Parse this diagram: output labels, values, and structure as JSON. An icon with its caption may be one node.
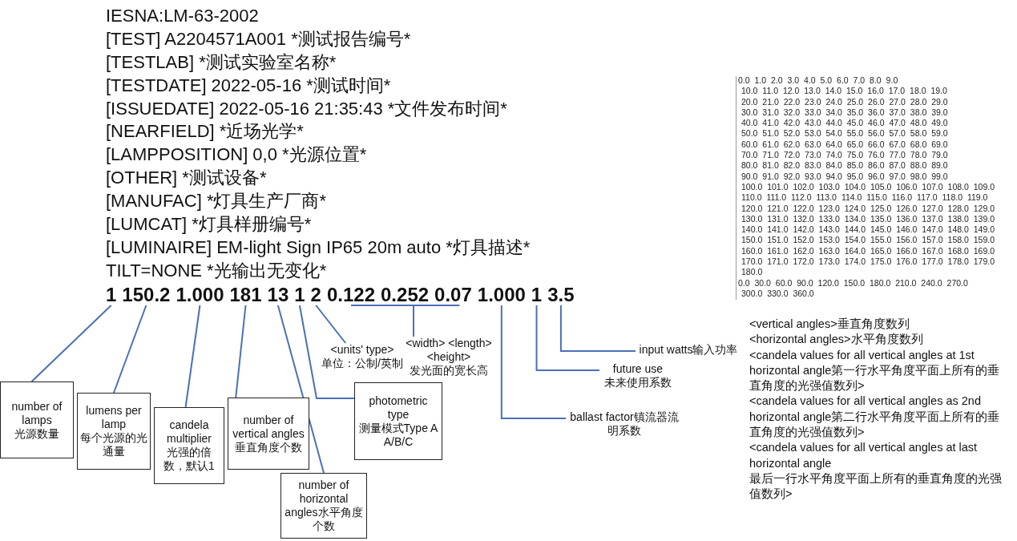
{
  "diagram": {
    "nodes": [
      {
        "text": [
          "1"
        ]
      },
      {
        "text": [
          "150.2"
        ]
      },
      {
        "text": [
          "1.000"
        ]
      },
      {
        "text": [
          "181"
        ]
      },
      {
        "text": [
          "13"
        ]
      },
      {
        "text": [
          "1"
        ]
      },
      {
        "text": [
          "2"
        ]
      },
      {
        "text": [
          "0.122"
        ]
      },
      {
        "text": [
          "0.252"
        ]
      },
      {
        "text": [
          "0.07"
        ]
      },
      {
        "text": [
          "1.000"
        ]
      },
      {
        "text": [
          "1"
        ]
      },
      {
        "text": [
          "3.5"
        ]
      },
      {
        "text": [
          "<units' type>",
          "单位：公制/英制"
        ]
      },
      {
        "text": [
          "<width> <length> <height>",
          "发光面的宽长高"
        ]
      },
      {
        "text": [
          "input watts输入功率"
        ]
      },
      {
        "text": [
          "future use",
          "未来使用系数"
        ]
      },
      {
        "text": [
          "ballast factor镇流器流明系数"
        ]
      },
      {
        "text": [
          "number of lamps",
          "光源数量"
        ]
      },
      {
        "text": [
          "lumens per lamp",
          "每个光源的光通量"
        ]
      },
      {
        "text": [
          "candela multiplier",
          "光强的倍数，默认1"
        ]
      },
      {
        "text": [
          "number of vertical angles",
          "垂直角度个数"
        ]
      },
      {
        "text": [
          "photometric type",
          "测量模式Type A",
          "A/B/C"
        ]
      },
      {
        "text": [
          "number of horizontal angles水平角度个数"
        ]
      }
    ],
    "edges": [
      {
        "from": 0,
        "to": 18,
        "arrow": "none"
      },
      {
        "from": 1,
        "to": 19,
        "arrow": "none"
      },
      {
        "from": 2,
        "to": 20,
        "arrow": "none"
      },
      {
        "from": 3,
        "to": 21,
        "arrow": "none"
      },
      {
        "from": 4,
        "to": 23,
        "arrow": "none"
      },
      {
        "from": 5,
        "to": 22,
        "arrow": "none"
      },
      {
        "from": 6,
        "to": 13,
        "arrow": "none"
      },
      {
        "from": 7,
        "to": 14,
        "arrow": "none"
      },
      {
        "from": 8,
        "to": 14,
        "arrow": "none"
      },
      {
        "from": 9,
        "to": 14,
        "arrow": "none"
      },
      {
        "from": 10,
        "to": 17,
        "arrow": "none"
      },
      {
        "from": 11,
        "to": 16,
        "arrow": "none"
      },
      {
        "from": 12,
        "to": 15,
        "arrow": "none"
      }
    ],
    "labels": [
      "IESNA:LM-63-2002",
      "[TEST] A2204571A001 *测试报告编号*",
      "[TESTLAB] *测试实验室名称*",
      "[TESTDATE] 2022-05-16 *测试时间*",
      "[ISSUEDATE] 2022-05-16 21:35:43 *文件发布时间*",
      "[NEARFIELD] *近场光学*",
      "[LAMPPOSITION] 0,0 *光源位置*",
      "[OTHER] *测试设备*",
      "[MANUFAC] *灯具生产厂商*",
      "[LUMCAT] *灯具样册编号*",
      "[LUMINAIRE] EM-light Sign IP65 20m auto *灯具描述*",
      "TILT=NONE *光输出无变化*",
      "0.0 1.0 2.0 3.0 4.0 5.0 6.0 7.0 8.0 9.0",
      "10.0 11.0 12.0 13.0 14.0 15.0 16.0 17.0 18.0 19.0",
      "20.0 21.0 22.0 23.0 24.0 25.0 26.0 27.0 28.0 29.0",
      "30.0 31.0 32.0 33.0 34.0 35.0 36.0 37.0 38.0 39.0",
      "40.0 41.0 42.0 43.0 44.0 45.0 46.0 47.0 48.0 49.0",
      "50.0 51.0 52.0 53.0 54.0 55.0 56.0 57.0 58.0 59.0",
      "60.0 61.0 62.0 63.0 64.0 65.0 66.0 67.0 68.0 69.0",
      "70.0 71.0 72.0 73.0 74.0 75.0 76.0 77.0 78.0 79.0",
      "80.0 81.0 82.0 83.0 84.0 85.0 86.0 87.0 88.0 89.0",
      "90.0 91.0 92.0 93.0 94.0 95.0 96.0 97.0 98.0 99.0",
      "100.0 101.0 102.0 103.0 104.0 105.0 106.0 107.0 108.0 109.0",
      "110.0 111.0 112.0 113.0 114.0 115.0 116.0 117.0 118.0 119.0",
      "120.0 121.0 122.0 123.0 124.0 125.0 126.0 127.0 128.0 129.0",
      "130.0 131.0 132.0 133.0 134.0 135.0 136.0 137.0 138.0 139.0",
      "140.0 141.0 142.0 143.0 144.0 145.0 146.0 147.0 148.0 149.0",
      "150.0 151.0 152.0 153.0 154.0 155.0 156.0 157.0 158.0 159.0",
      "160.0 161.0 162.0 163.0 164.0 165.0 166.0 167.0 168.0 169.0",
      "170.0 171.0 172.0 173.0 174.0 175.0 176.0 177.0 178.0 179.0",
      "180.0",
      "0.0 30.0 60.0 90.0 120.0 150.0 180.0 210.0 240.0 270.0",
      "300.0 330.0 360.0",
      "<vertical angles>垂直角度数列",
      "<horizontal angles>水平角度数列",
      "<candela values for all vertical angles at 1st horizontal angle第一行水平角度平面上所有的垂直角度的光强值数列>",
      "<candela values for all vertical angles as 2nd horizontal angle第二行水平角度平面上所有的垂直角度的光强值数列>",
      "<candela values for all vertical angles at last horizontal angle",
      "最后一行水平角度平面上所有的垂直角度的光强值数列>"
    ]
  }
}
